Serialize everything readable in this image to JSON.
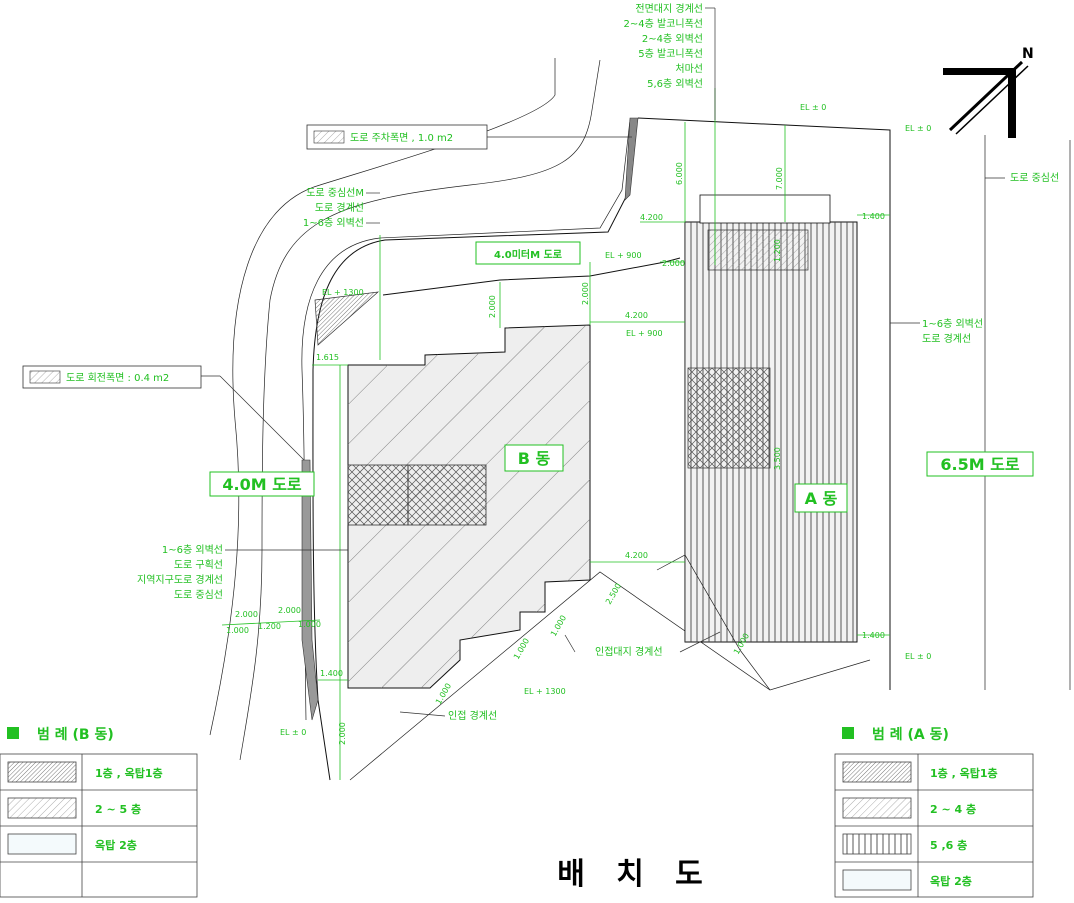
{
  "title": "배   치   도",
  "colors": {
    "accent": "#22c022",
    "line": "#111111"
  },
  "north_arrow": {
    "label": "N",
    "icon": "north-arrow-icon"
  },
  "buildings": {
    "a": "A 동",
    "b": "B 동"
  },
  "roads": {
    "road_4m": "4.0M 도로",
    "road_6_5m": "6.5M 도로",
    "road_4m_top": "4.0미터M 도로"
  },
  "callouts": {
    "road_area_top": "도로 주차폭면 , 1.0 m2",
    "road_area_left": "도로 회전폭면 : 0.4 m2"
  },
  "top_labels": [
    "전면대지 경계선",
    "2~4층 발코니폭선",
    "2~4층 외벽선",
    "5층 발코니폭선",
    "처마선",
    "5,6층 외벽선"
  ],
  "upper_left_labels": [
    "도로 중심선M",
    "도로 경계선",
    "1~6층 외벽선"
  ],
  "right_labels": [
    "도로 중심선",
    "1~6층 외벽선",
    "도로 경계선"
  ],
  "left_labels": [
    "1~6층 외벽선",
    "도로 구획선",
    "지역지구도로 경계선",
    "도로 중심선"
  ],
  "bottom_labels": {
    "site_boundary": "인접대지 경계선",
    "adjacent_line": "인접 경계선"
  },
  "levels": [
    "EL ± 0",
    "EL ± 0",
    "EL + 900",
    "EL + 900",
    "EL + 1300",
    "EL + 1300",
    "EL ± 0",
    "EL ± 0"
  ],
  "dims": [
    "1.400",
    "4.200",
    "4.200",
    "4.200",
    "2.000",
    "2.000",
    "1.000",
    "1.200",
    "1.000",
    "1.615",
    "1.400",
    "1.400",
    "2.000",
    "6.000",
    "2.000",
    "2.000",
    "7.000",
    "2.000",
    "3.500",
    "1.200",
    "2.500",
    "1.000",
    "1.000",
    "1.000",
    "1.000"
  ],
  "legend_b": {
    "title": "범 례 (B 동)",
    "rows": [
      "1층 , 옥탑1층",
      "2 ~ 5 층",
      "옥탑 2층",
      ""
    ]
  },
  "legend_a": {
    "title": "범 례 (A 동)",
    "rows": [
      "1층 , 옥탑1층",
      "2 ~ 4 층",
      "5 ,6 층",
      "옥탑 2층"
    ]
  }
}
